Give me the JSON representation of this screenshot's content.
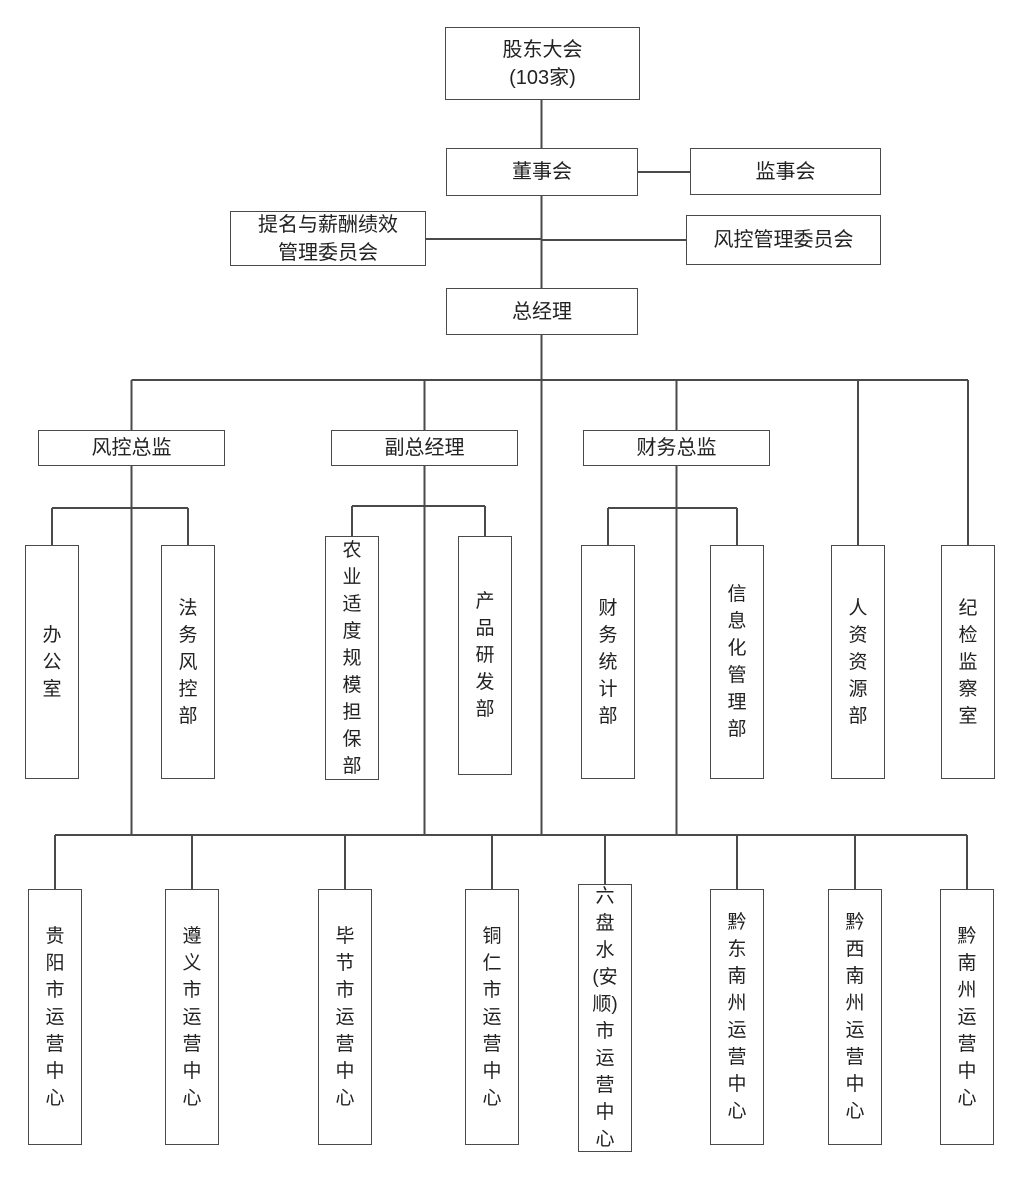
{
  "style": {
    "line_color": "#4a4a4a",
    "box_border_color": "#4a4a4a",
    "text_color": "#222222",
    "background": "#ffffff"
  },
  "org": {
    "shareholders": {
      "label": "股东大会\n(103家)"
    },
    "board": {
      "label": "董事会"
    },
    "supervisory_board": {
      "label": "监事会"
    },
    "nomination_committee": {
      "label": "提名与薪酬绩效\n管理委员会"
    },
    "risk_committee": {
      "label": "风控管理委员会"
    },
    "general_manager": {
      "label": "总经理"
    },
    "directors": {
      "risk_director": {
        "label": "风控总监"
      },
      "deputy_general_manager": {
        "label": "副总经理"
      },
      "finance_director": {
        "label": "财务总监"
      }
    },
    "departments": {
      "office": {
        "label": "办公室"
      },
      "legal_risk": {
        "label": "法务风控部"
      },
      "agri_guarantee": {
        "label": "农业适度规模担保部"
      },
      "product_rd": {
        "label": "产品研发部"
      },
      "finance_stats": {
        "label": "财务统计部"
      },
      "info_mgmt": {
        "label": "信息化管理部"
      },
      "hr": {
        "label": "人资资源部"
      },
      "discipline_inspection": {
        "label": "纪检监察室"
      }
    },
    "operation_centers": {
      "guiyang": {
        "label": "贵阳市运营中心"
      },
      "zunyi": {
        "label": "遵义市运营中心"
      },
      "bijie": {
        "label": "毕节市运营中心"
      },
      "tongren": {
        "label": "铜仁市运营中心"
      },
      "liupanshui": {
        "label": "六盘水(安顺)市运营中心"
      },
      "qiandongnan": {
        "label": "黔东南州运营中心"
      },
      "qianxinan": {
        "label": "黔西南州运营中心"
      },
      "qiannan": {
        "label": "黔南州运营中心"
      }
    }
  }
}
